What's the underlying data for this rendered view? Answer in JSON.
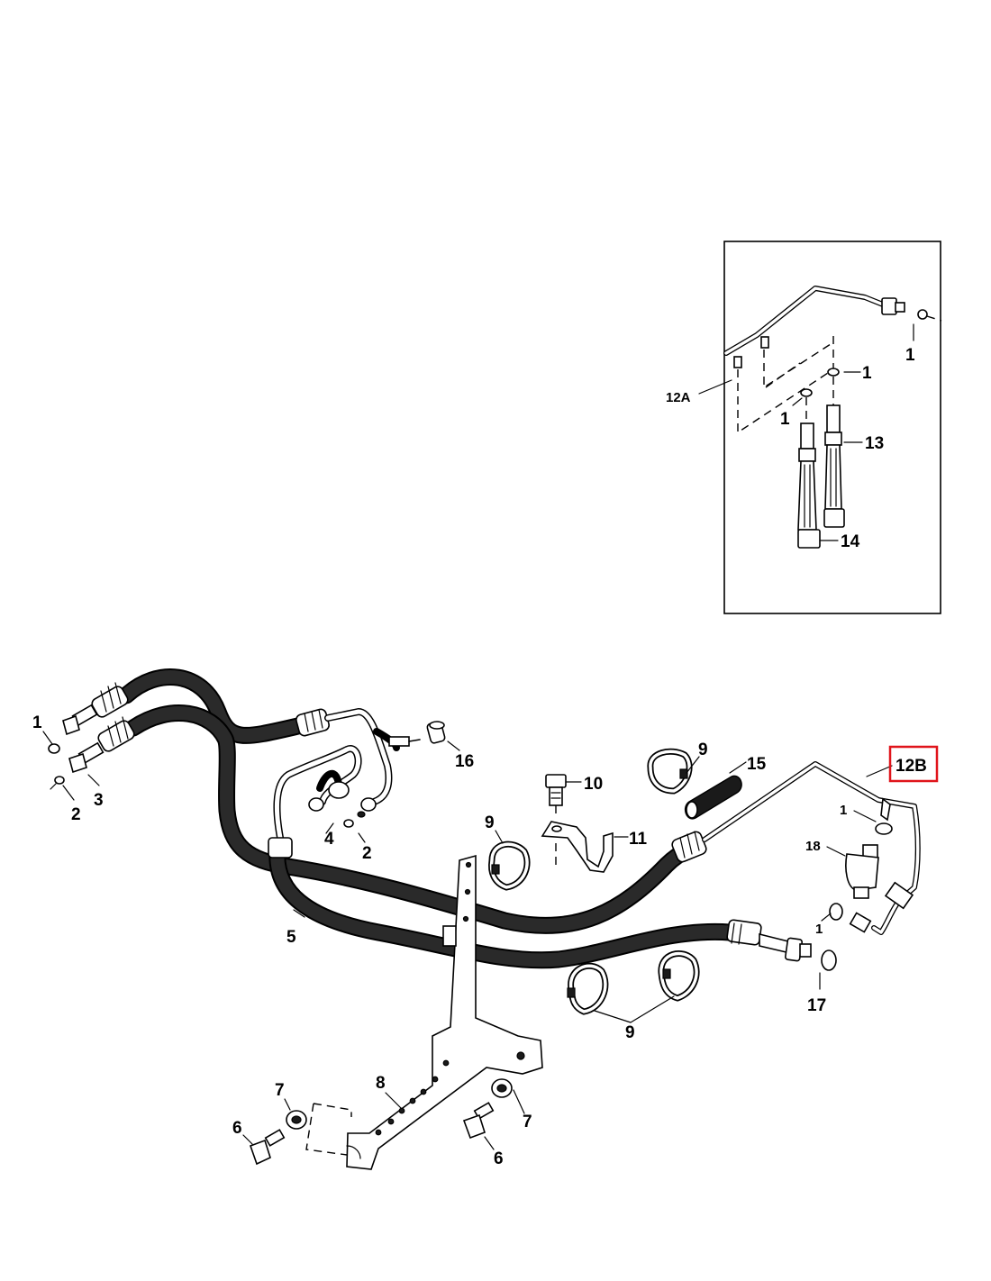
{
  "diagram": {
    "title": "Hydraulic hose and tube assembly exploded view",
    "highlight_color": "#e0141b",
    "ink_color": "#000000",
    "callouts": {
      "inset_1_top": "1",
      "inset_1_mid": "1",
      "inset_1_low": "1",
      "inset_12a": "12A",
      "inset_13": "13",
      "inset_14": "14",
      "main_1_left": "1",
      "main_2_left": "2",
      "main_3": "3",
      "main_4": "4",
      "main_2_mid": "2",
      "main_16": "16",
      "main_10": "10",
      "main_11": "11",
      "main_9_clampA": "9",
      "main_9_clampB": "9",
      "main_9_bottom": "9",
      "main_15": "15",
      "main_12b": "12B",
      "main_1_upper_right": "1",
      "main_18": "18",
      "main_1_lower_right": "1",
      "main_17": "17",
      "main_5": "5",
      "main_8": "8",
      "main_7_left": "7",
      "main_7_right": "7",
      "main_6_left": "6",
      "main_6_right": "6"
    }
  }
}
